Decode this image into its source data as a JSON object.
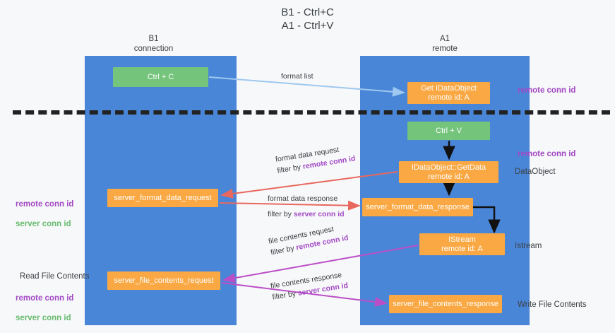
{
  "title": "B1 - Ctrl+C\nA1 - Ctrl+V",
  "lanes": {
    "left": {
      "header": "B1\nconnection",
      "color": "#4a86d8"
    },
    "right": {
      "header": "A1\nremote",
      "color": "#4a86d8"
    }
  },
  "nodes": {
    "ctrl_c": "Ctrl + C",
    "get_idataobject": "Get IDataObject\nremote id: A",
    "ctrl_v": "Ctrl + V",
    "idataobject_getdata": "IDataObject::GetData\nremote id: A",
    "server_format_data_request": "server_format_data_request",
    "server_format_data_response": "server_format_data_response",
    "istream": "IStream\nremote id: A",
    "server_file_contents_request": "server_file_contents_request",
    "server_file_contents_response": "server_file_contents_response"
  },
  "side_labels": {
    "remote_conn_id_top": "remote conn id",
    "remote_conn_id_mid": "remote conn id",
    "dataobject": "DataObject",
    "istream": "Istream",
    "write_file_contents": "Write File Contents",
    "read_file_contents": "Read File Contents",
    "legend_remote": "remote conn id",
    "legend_server": "server conn id"
  },
  "edges": {
    "format_list": {
      "label": "format list",
      "color": "#9ec8ef"
    },
    "format_data_request": {
      "line1": "format data request",
      "line2_prefix": "filter by ",
      "line2_key": "remote conn id",
      "color": "#e8685d"
    },
    "format_data_response": {
      "line1": "format data response",
      "line2_prefix": "filter by ",
      "line2_key": "server conn id",
      "color": "#e8685d"
    },
    "file_contents_request": {
      "line1": "file contents request",
      "line2_prefix": "filter by ",
      "line2_key": "remote conn id",
      "color": "#bb4ec6"
    },
    "file_contents_response": {
      "line1": "file contents response",
      "line2_prefix": "filter by ",
      "line2_key": "server conn id",
      "color": "#bb4ec6"
    }
  },
  "colors": {
    "lane": "#4a86d8",
    "node_green": "#74c47c",
    "node_orange": "#f9a843",
    "accent_purple": "#a349c4",
    "accent_green": "#68bb6e",
    "arrow_red": "#e8685d",
    "arrow_magenta": "#bb4ec6",
    "arrow_blue": "#9ec8ef",
    "arrow_black": "#111111",
    "background": "#f7f8fa"
  }
}
